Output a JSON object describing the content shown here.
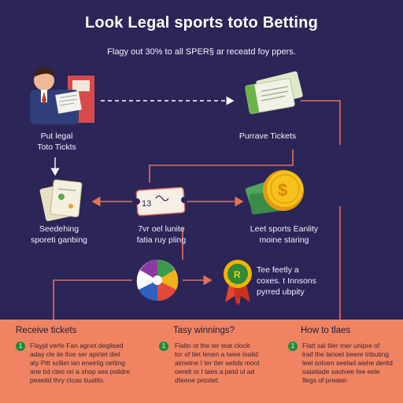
{
  "header": {
    "title": "Look Legal sports toto Betting",
    "subtitle": "Flagy out 30% to all SPER§ ar receatd foy ppers."
  },
  "nodes": {
    "left_top": {
      "label_line1": "Put legal",
      "label_line2": "Toto Tickts"
    },
    "right_top": {
      "label": "Purrave Tickets"
    },
    "left_mid": {
      "label_line1": "Seedehing",
      "label_line2": "sporeti ganbing"
    },
    "center_mid": {
      "label_line1": "7vr oel lunite",
      "label_line2": "fatia ruy pling",
      "ticket_text": "13"
    },
    "right_mid": {
      "label_line1": "Leet sports Eanlity",
      "label_line2": "moine staring"
    },
    "badge": {
      "label_line1": "Tee feetly a",
      "label_line2": "coxes. t Innsons",
      "label_line3": "pyrred ubpity",
      "ribbon_text": "R"
    }
  },
  "bottom": {
    "columns": [
      {
        "title": "Receive tickets",
        "number": "1",
        "lines": [
          "Flayjd verfe Fan agnet degilsed",
          "aday cle iie ltoe ser apirtet diel",
          "aty Pitt sclliet ian eneirtig cetting",
          "ane tid cteo ori a shop ses poildre",
          "peseitd thry ctcas tiuatits."
        ]
      },
      {
        "title": "Tasy winnings?",
        "number": "1",
        "lines": [
          "Flaltn ot the ter teat cloolt",
          "tor of tlet lenen a twee loalid",
          "aimetne I ter tter seitds moot",
          "oerelt or I taes a petd ul ad",
          "dfeene proxtet."
        ]
      },
      {
        "title": "How to tlaes",
        "number": "1",
        "lines": [
          "Flatt sal tlier mer unipre of",
          "lraif the lanoet beere tributing",
          "leel soloen seelad aiehe deritd",
          "oaiatiade saolvee fee eele",
          "flegs of preater."
        ]
      }
    ]
  },
  "colors": {
    "background": "#2b2558",
    "arrow": "#e8705a",
    "dashed_arrow": "#ffffff",
    "panel": "#f08462",
    "coin": "#f5b400",
    "money": "#3a9a4a"
  }
}
